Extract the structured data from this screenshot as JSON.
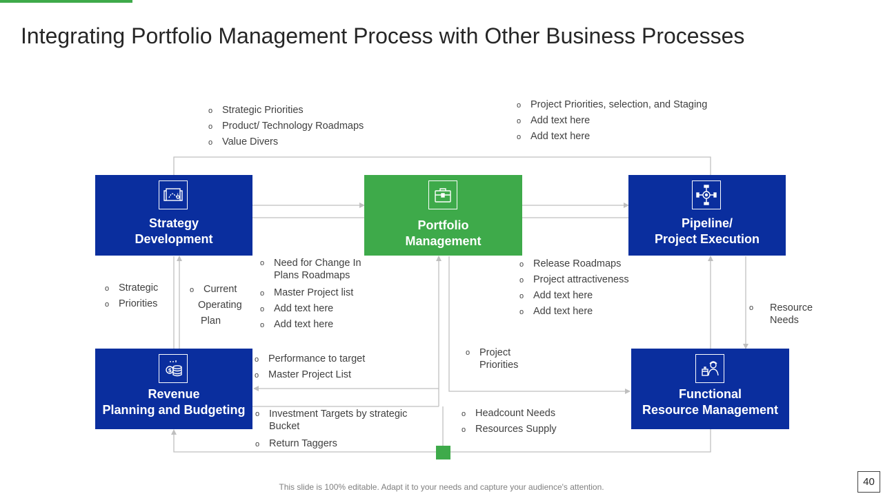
{
  "slide": {
    "title": "Integrating Portfolio Management Process with Other Business Processes",
    "footer": "This slide is 100% editable. Adapt it to your needs and capture your audience's attention.",
    "page_number": "40",
    "colors": {
      "blue": "#0a2e9e",
      "green": "#3eaa4a",
      "line": "#bfbfbf"
    }
  },
  "boxes": {
    "strategy": {
      "line1": "Strategy",
      "line2": "Development",
      "icon": "roadmap-icon"
    },
    "portfolio": {
      "line1": "Portfolio",
      "line2": "Management",
      "icon": "briefcase-icon"
    },
    "pipeline": {
      "line1": "Pipeline/",
      "line2": "Project Execution",
      "icon": "pipeline-icon"
    },
    "revenue": {
      "line1": "Revenue",
      "line2": "Planning and Budgeting",
      "icon": "coins-icon"
    },
    "functional": {
      "line1": "Functional",
      "line2": "Resource Management",
      "icon": "worker-icon"
    }
  },
  "notes": {
    "top_left": [
      "Strategic Priorities",
      "Product/ Technology Roadmaps",
      "Value Divers"
    ],
    "top_right": [
      "Project Priorities, selection, and Staging",
      "Add text here",
      "Add text here"
    ],
    "left_outer": [
      "Strategic",
      "Priorities"
    ],
    "left_inner": {
      "item": "Current",
      "cont1": "Operating",
      "cont2": "Plan"
    },
    "center_left": {
      "item1a": "Need for Change In",
      "item1b": "Plans Roadmaps",
      "item2": "Master Project list",
      "item3": "Add text here",
      "item4": "Add text here"
    },
    "center_right": [
      "Release Roadmaps",
      "Project attractiveness",
      "Add text here",
      "Add text here"
    ],
    "right_side": {
      "a": "Resource",
      "b": "Needs"
    },
    "revenue_right": [
      "Performance to target",
      "Master Project List"
    ],
    "project_priorities": {
      "a": "Project",
      "b": "Priorities"
    },
    "bottom_left": {
      "item1a": "Investment Targets by strategic",
      "item1b": "Bucket",
      "item2": "Return Taggers"
    },
    "bottom_center": [
      "Headcount Needs",
      "Resources Supply"
    ]
  }
}
